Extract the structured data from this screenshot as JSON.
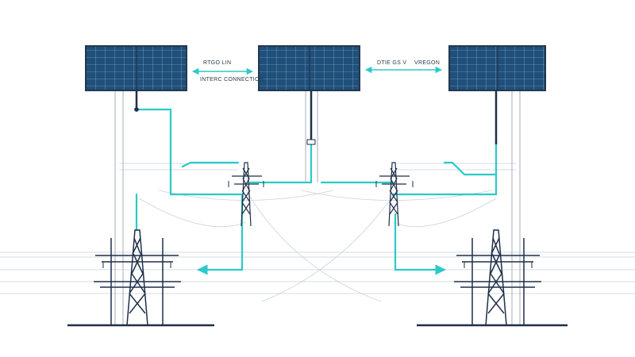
{
  "labels": {
    "left_arrow_label": "RTGO LIN",
    "left_connection_label": "INTERC CONNECTION",
    "right_arrow_text_a": "DTIE GS V",
    "right_arrow_text_b": "VREGON"
  },
  "colors": {
    "panel_fill": "#1f4f7a",
    "panel_frame": "#23384f",
    "cable_cyan": "#2cc9c9",
    "pole_navy": "#1e2f4a",
    "wire_gray": "#b9c2cc",
    "ground": "#1e2f4a"
  },
  "icons": {
    "solar_panel": "solar-panel-icon",
    "transmission_tower": "transmission-tower-icon",
    "arrow": "double-arrow-icon"
  }
}
